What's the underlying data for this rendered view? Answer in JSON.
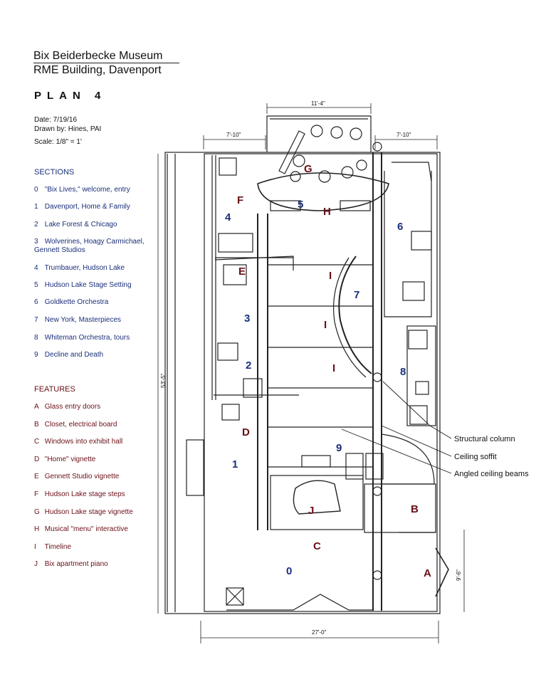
{
  "header": {
    "title_line1": "Bix Beiderbecke Museum",
    "title_line2": "RME Building, Davenport",
    "plan": "PLAN 4",
    "date": "Date: 7/19/16",
    "drawn_by": "Drawn by: Hines, PAI",
    "scale": "Scale: 1/8\" = 1'"
  },
  "sections": {
    "heading": "SECTIONS",
    "items": [
      {
        "key": "0",
        "text": "\"Bix Lives,\" welcome, entry"
      },
      {
        "key": "1",
        "text": "Davenport, Home & Family"
      },
      {
        "key": "2",
        "text": "Lake Forest & Chicago"
      },
      {
        "key": "3",
        "text": "Wolverines, Hoagy Carmichael, Gennett Studios"
      },
      {
        "key": "4",
        "text": "Trumbauer, Hudson Lake"
      },
      {
        "key": "5",
        "text": "Hudson Lake Stage Setting"
      },
      {
        "key": "6",
        "text": "Goldkette Orchestra"
      },
      {
        "key": "7",
        "text": "New York, Masterpieces"
      },
      {
        "key": "8",
        "text": "Whiteman Orchestra, tours"
      },
      {
        "key": "9",
        "text": "Decline and Death"
      }
    ]
  },
  "features": {
    "heading": "FEATURES",
    "items": [
      {
        "key": "A",
        "text": "Glass entry doors"
      },
      {
        "key": "B",
        "text": "Closet, electrical board"
      },
      {
        "key": "C",
        "text": "Windows into exhibit hall"
      },
      {
        "key": "D",
        "text": "\"Home\" vignette"
      },
      {
        "key": "E",
        "text": "Gennett Studio vignette"
      },
      {
        "key": "F",
        "text": "Hudson Lake stage steps"
      },
      {
        "key": "G",
        "text": "Hudson Lake stage vignette"
      },
      {
        "key": "H",
        "text": "Musical \"menu\" interactive"
      },
      {
        "key": "I",
        "text": "Timeline"
      },
      {
        "key": "J",
        "text": "Bix apartment piano"
      }
    ]
  },
  "dimensions": {
    "stage_width": "11'-4\"",
    "left_bay": "7'-10\"",
    "right_bay": "7'-10\"",
    "overall_length": "53'-5\"",
    "overall_width": "27'-0\"",
    "entry_depth": "9'-6\""
  },
  "plan_labels": {
    "s0": "0",
    "s1": "1",
    "s2": "2",
    "s3": "3",
    "s4": "4",
    "s5": "5",
    "s6": "6",
    "s7": "7",
    "s8": "8",
    "s9": "9",
    "fA": "A",
    "fB": "B",
    "fC": "C",
    "fD": "D",
    "fE": "E",
    "fF": "F",
    "fG": "G",
    "fH": "H",
    "fI1": "I",
    "fI2": "I",
    "fI3": "I",
    "fJ": "J"
  },
  "callouts": {
    "structural_column": "Structural column",
    "ceiling_soffit": "Ceiling soffit",
    "angled_beams": "Angled ceiling beams"
  },
  "colors": {
    "sections_text": "#1a2f7a",
    "features_text": "#6a1018",
    "linework": "#222222"
  }
}
